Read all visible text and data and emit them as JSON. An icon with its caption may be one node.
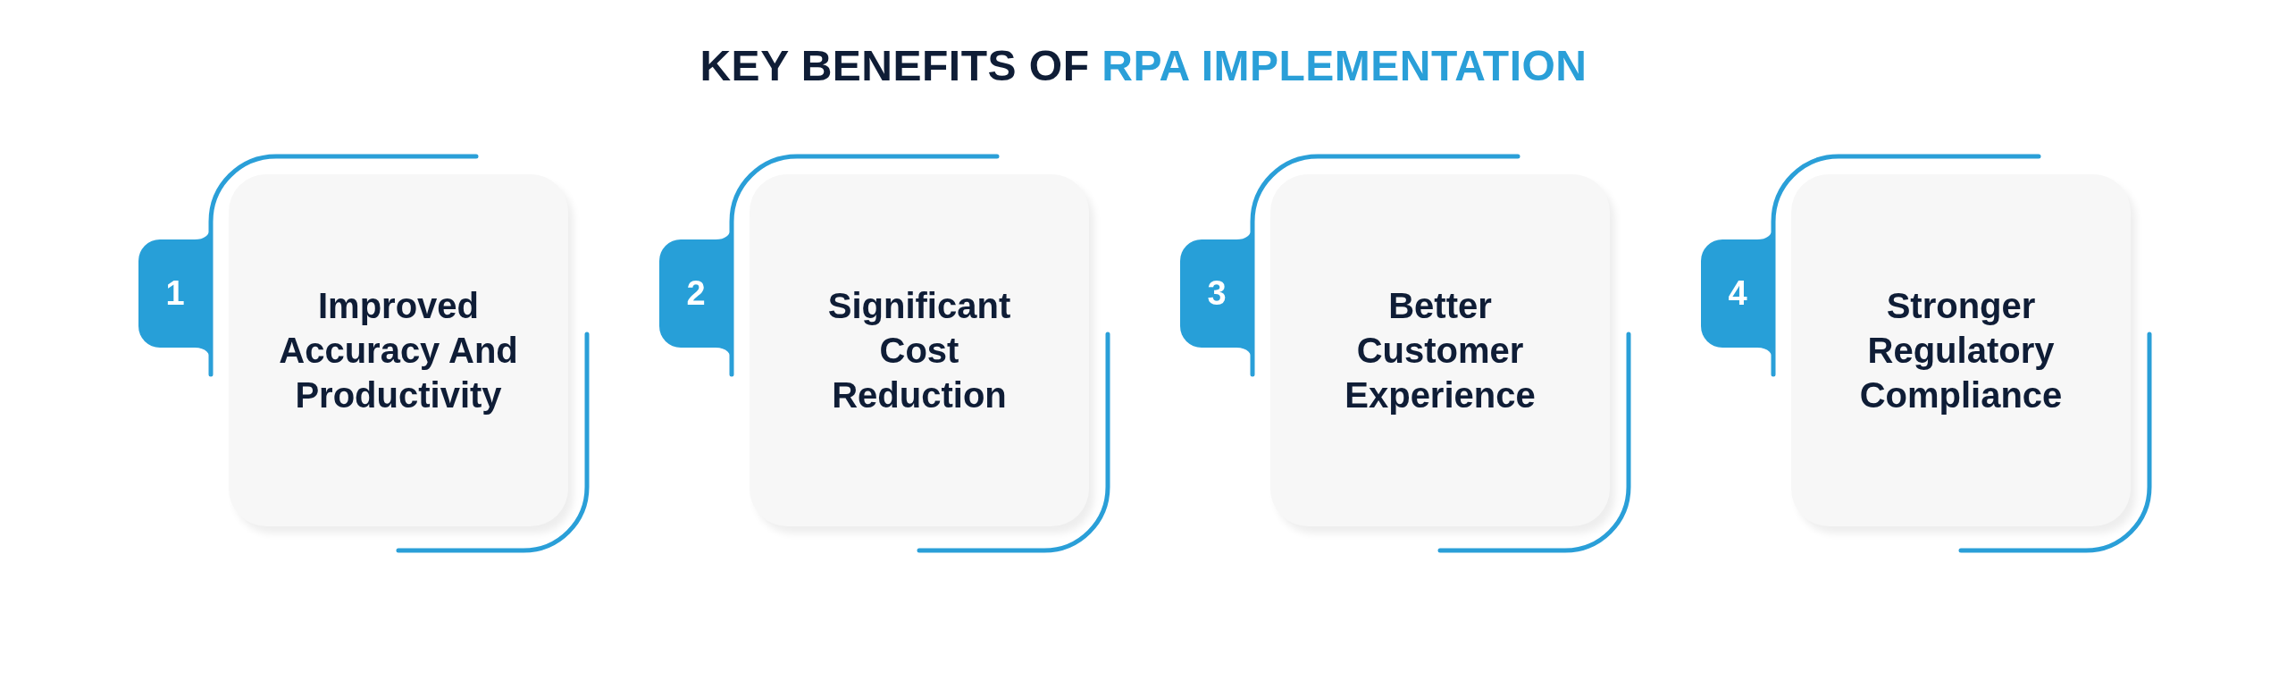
{
  "diagram": {
    "title": "KEY BENEFITS OF RPA IMPLEMENTATION",
    "nodes": [
      {
        "text": [
          "1"
        ]
      },
      {
        "text": [
          "Improved Accuracy And Productivity"
        ]
      },
      {
        "text": [
          "2"
        ]
      },
      {
        "text": [
          "Significant Cost Reduction"
        ]
      },
      {
        "text": [
          "3"
        ]
      },
      {
        "text": [
          "Better Customer Experience"
        ]
      },
      {
        "text": [
          "4"
        ]
      },
      {
        "text": [
          "Stronger Regulatory Compliance"
        ]
      }
    ]
  }
}
